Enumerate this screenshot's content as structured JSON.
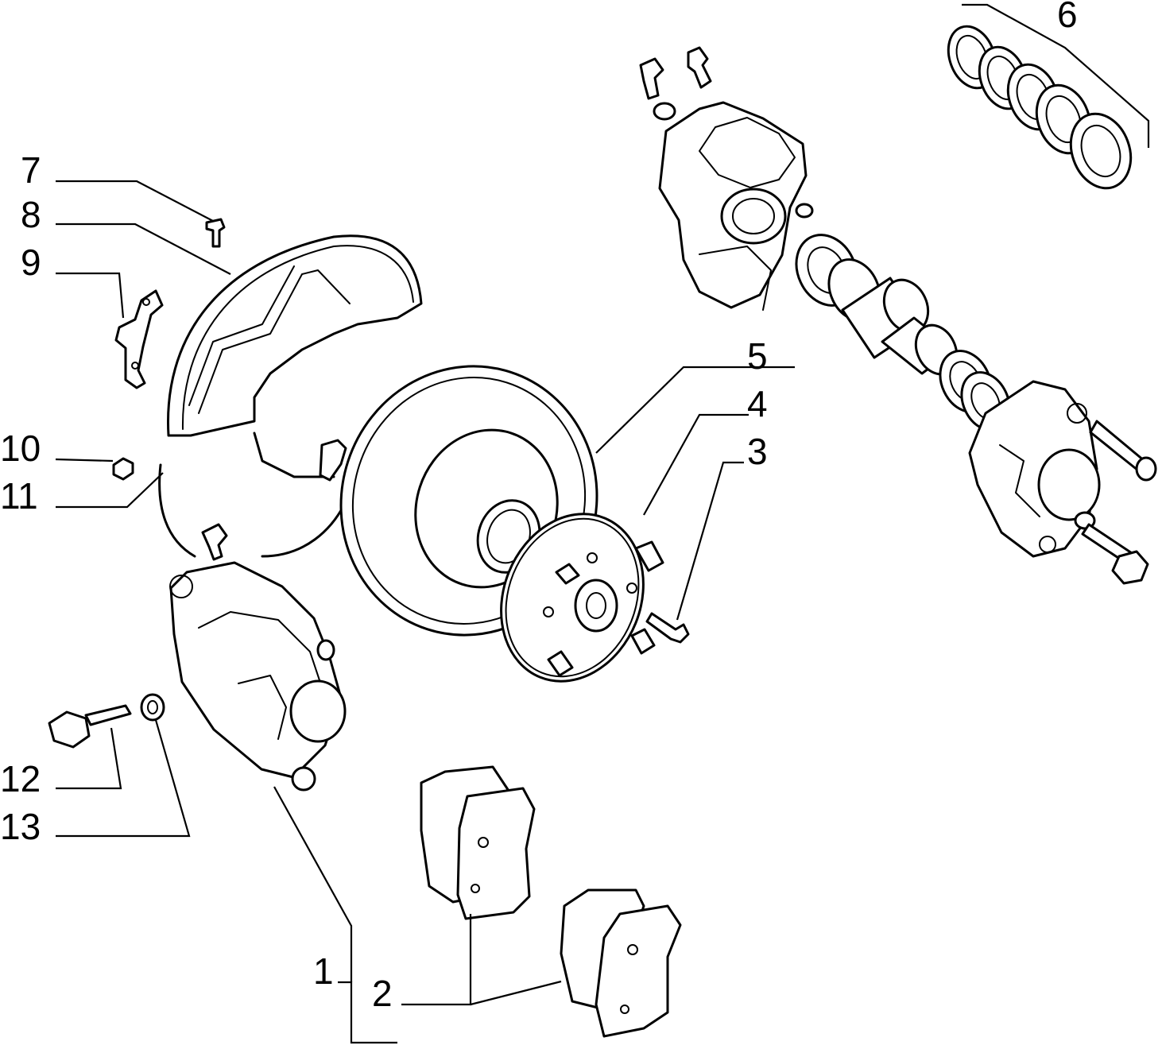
{
  "diagram": {
    "labels": {
      "n1": "1",
      "n2": "2",
      "n3": "3",
      "n4": "4",
      "n5": "5",
      "n6": "6",
      "n7": "7",
      "n8": "8",
      "n9": "9",
      "n10": "10",
      "n11": "11",
      "n12": "12",
      "n13": "13"
    }
  }
}
